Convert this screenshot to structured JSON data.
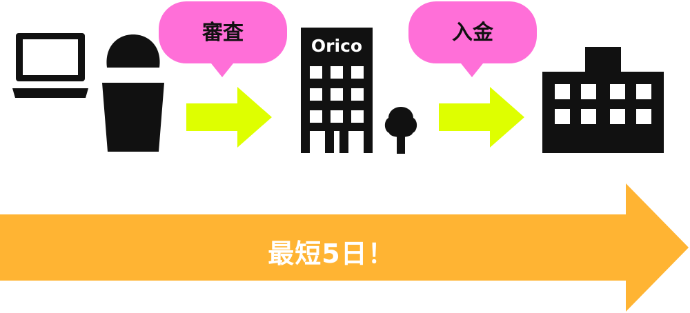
{
  "steps": {
    "step1_bubble": "審査",
    "step2_bubble": "入金",
    "company_logo": "Orico"
  },
  "timeline": {
    "label": "最短5日！"
  },
  "icons": [
    "laptop-icon",
    "person-icon",
    "office-building-icon",
    "tree-icon",
    "school-building-icon",
    "arrow-right-icon"
  ],
  "colors": {
    "bubble": "#ff6fd8",
    "small_arrow": "#deff00",
    "big_arrow": "#ffb433",
    "icon": "#111111"
  }
}
